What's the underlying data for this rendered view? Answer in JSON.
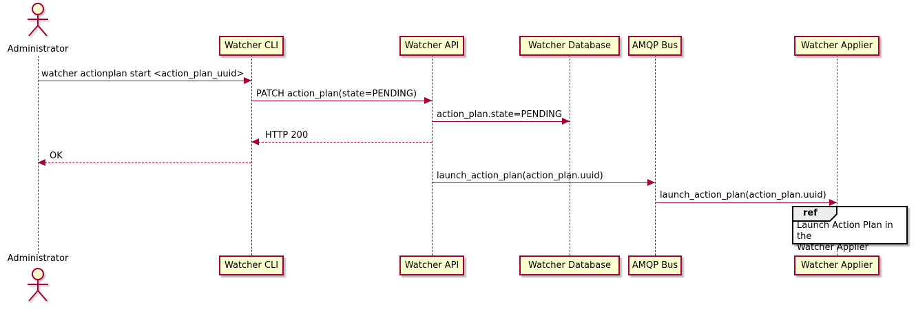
{
  "actor": {
    "name": "Administrator"
  },
  "participants": [
    {
      "name": "Watcher CLI"
    },
    {
      "name": "Watcher API"
    },
    {
      "name": "Watcher Database"
    },
    {
      "name": "AMQP Bus"
    },
    {
      "name": "Watcher Applier"
    }
  ],
  "messages": [
    {
      "from": "Administrator",
      "to": "Watcher CLI",
      "label": "watcher actionplan start <action_plan_uuid>",
      "style": "solid",
      "direction": "right"
    },
    {
      "from": "Watcher CLI",
      "to": "Watcher API",
      "label": "PATCH action_plan(state=PENDING)",
      "style": "solid",
      "direction": "right"
    },
    {
      "from": "Watcher API",
      "to": "Watcher Database",
      "label": "action_plan.state=PENDING",
      "style": "solid",
      "direction": "right"
    },
    {
      "from": "Watcher API",
      "to": "Watcher CLI",
      "label": "HTTP 200",
      "style": "dashed",
      "direction": "left"
    },
    {
      "from": "Watcher CLI",
      "to": "Administrator",
      "label": "OK",
      "style": "dashed",
      "direction": "left"
    },
    {
      "from": "Watcher API",
      "to": "AMQP Bus",
      "label": "launch_action_plan(action_plan.uuid)",
      "style": "solid",
      "direction": "right"
    },
    {
      "from": "AMQP Bus",
      "to": "Watcher Applier",
      "label": "launch_action_plan(action_plan.uuid)",
      "style": "solid",
      "direction": "right"
    }
  ],
  "ref_fragment": {
    "keyword": "ref",
    "text": "Launch Action Plan in the\nWatcher Applier"
  },
  "colors": {
    "accent": "#A80036",
    "participant_fill": "#FEFECE",
    "participant_border": "#A80036",
    "actor_head_fill": "#FEFECE",
    "message_line": "#A80036",
    "lifeline": "#A80036",
    "text": "#000000",
    "ref_border": "#000000",
    "ref_header_fill": "#EEEEEE",
    "background": "#FFFFFF"
  }
}
